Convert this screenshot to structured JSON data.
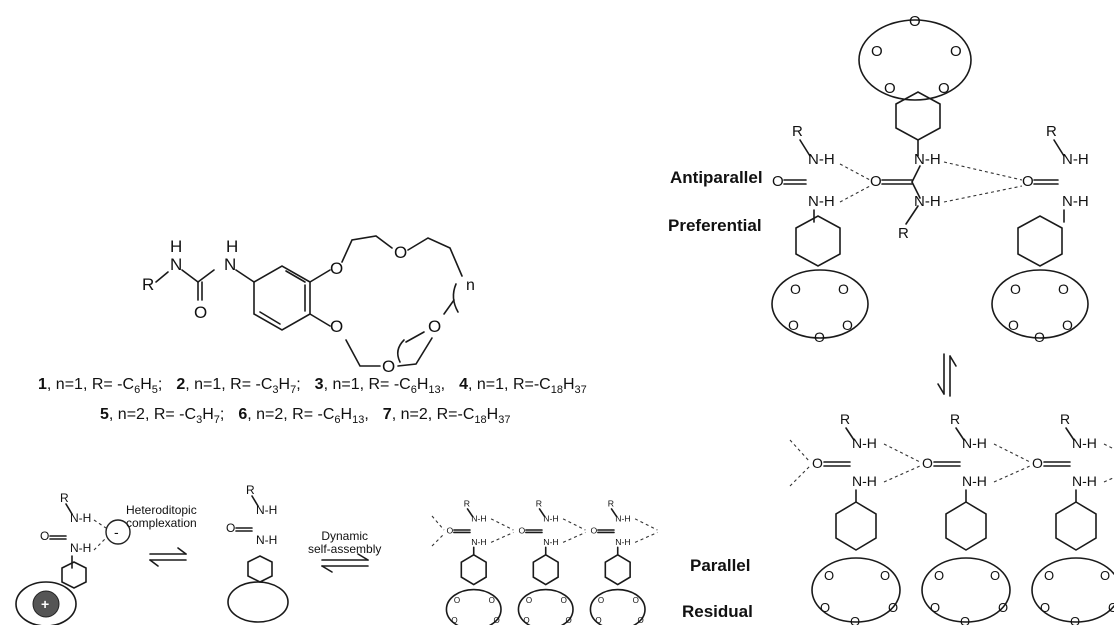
{
  "compound_list": {
    "line1": [
      {
        "num": "1",
        "text": ", n=1, R= -C",
        "sub1": "6",
        "mid": "H",
        "sub2": "5",
        "tail": ";"
      },
      {
        "num": "2",
        "text": ", n=1, R= -C",
        "sub1": "3",
        "mid": "H",
        "sub2": "7",
        "tail": ";"
      },
      {
        "num": "3",
        "text": ", n=1, R= -C",
        "sub1": "6",
        "mid": "H",
        "sub2": "13",
        "tail": ","
      },
      {
        "num": "4",
        "text": ", n=1, R=-C",
        "sub1": "18",
        "mid": "H",
        "sub2": "37",
        "tail": ""
      }
    ],
    "line2": [
      {
        "num": "5",
        "text": ", n=2, R= -C",
        "sub1": "3",
        "mid": "H",
        "sub2": "7",
        "tail": ";"
      },
      {
        "num": "6",
        "text": ", n=2, R= -C",
        "sub1": "6",
        "mid": "H",
        "sub2": "13",
        "tail": ","
      },
      {
        "num": "7",
        "text": ", n=2, R=-C",
        "sub1": "18",
        "mid": "H",
        "sub2": "37",
        "tail": ""
      }
    ]
  },
  "labels": {
    "antiparallel": "Antiparallel",
    "preferential": "Preferential",
    "parallel": "Parallel",
    "residual": "Residual",
    "heteroditopic": "Heteroditopic",
    "complexation": "complexation",
    "dynamic": "Dynamic",
    "self_assembly": "self-assembly"
  },
  "atoms": {
    "r": "R",
    "o": "O",
    "nh": "N-H",
    "n": "N",
    "h": "H",
    "n_sub": "n"
  },
  "ions": {
    "anion": "-",
    "cation": "+"
  }
}
